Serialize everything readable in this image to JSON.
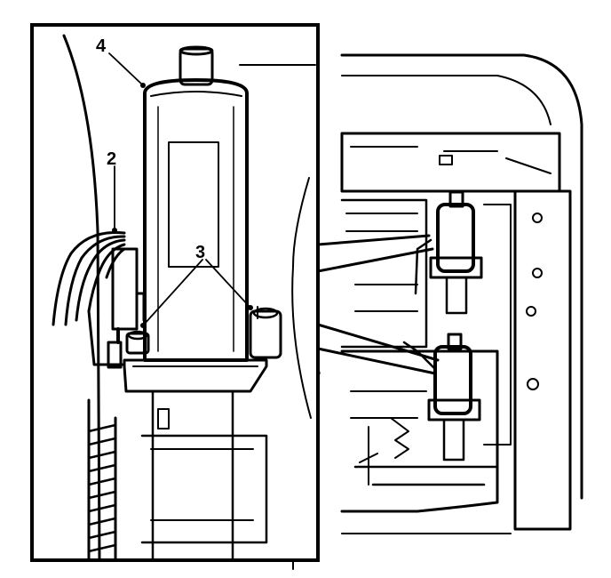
{
  "figure": {
    "description_visible": false,
    "inset_callouts": [
      {
        "id": "callout-4",
        "label": "4"
      },
      {
        "id": "callout-2",
        "label": "2"
      },
      {
        "id": "callout-3",
        "label": "3"
      }
    ],
    "colors": {
      "ink": "#000000",
      "paper": "#ffffff",
      "shade": "#e8e8e8"
    }
  }
}
